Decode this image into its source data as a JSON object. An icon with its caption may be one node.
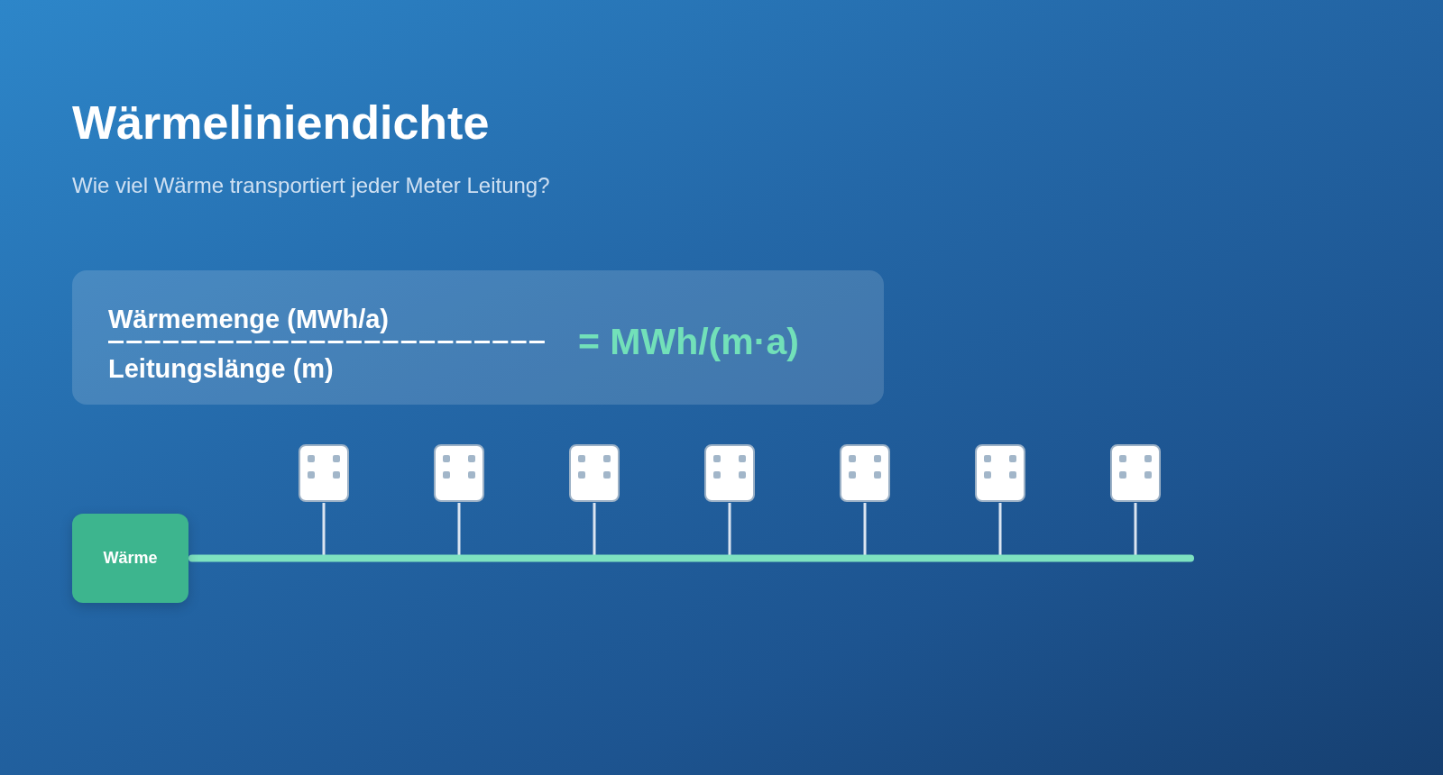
{
  "diagram": {
    "title": "Wärmeliniendichte",
    "nodes": [
      {
        "text": [
          "Wärmemenge (MWh/a)",
          "Leitungslänge (m)",
          "= MWh/(m·a)"
        ]
      },
      {
        "text": [
          "Wärme"
        ]
      },
      {
        "text": [],
        "shape": "building"
      },
      {
        "text": [],
        "shape": "building"
      },
      {
        "text": [],
        "shape": "building"
      },
      {
        "text": [],
        "shape": "building"
      },
      {
        "text": [],
        "shape": "building"
      },
      {
        "text": [],
        "shape": "building"
      },
      {
        "text": [],
        "shape": "building"
      }
    ],
    "edges": [
      {
        "from": 1,
        "to": 2,
        "arrow": "none"
      },
      {
        "from": 1,
        "to": 3,
        "arrow": "none"
      },
      {
        "from": 1,
        "to": 4,
        "arrow": "none"
      },
      {
        "from": 1,
        "to": 5,
        "arrow": "none"
      },
      {
        "from": 1,
        "to": 6,
        "arrow": "none"
      },
      {
        "from": 1,
        "to": 7,
        "arrow": "none"
      },
      {
        "from": 1,
        "to": 8,
        "arrow": "none"
      }
    ],
    "labels": [
      "Wie viel Wärme transportiert jeder Meter Leitung?"
    ]
  }
}
